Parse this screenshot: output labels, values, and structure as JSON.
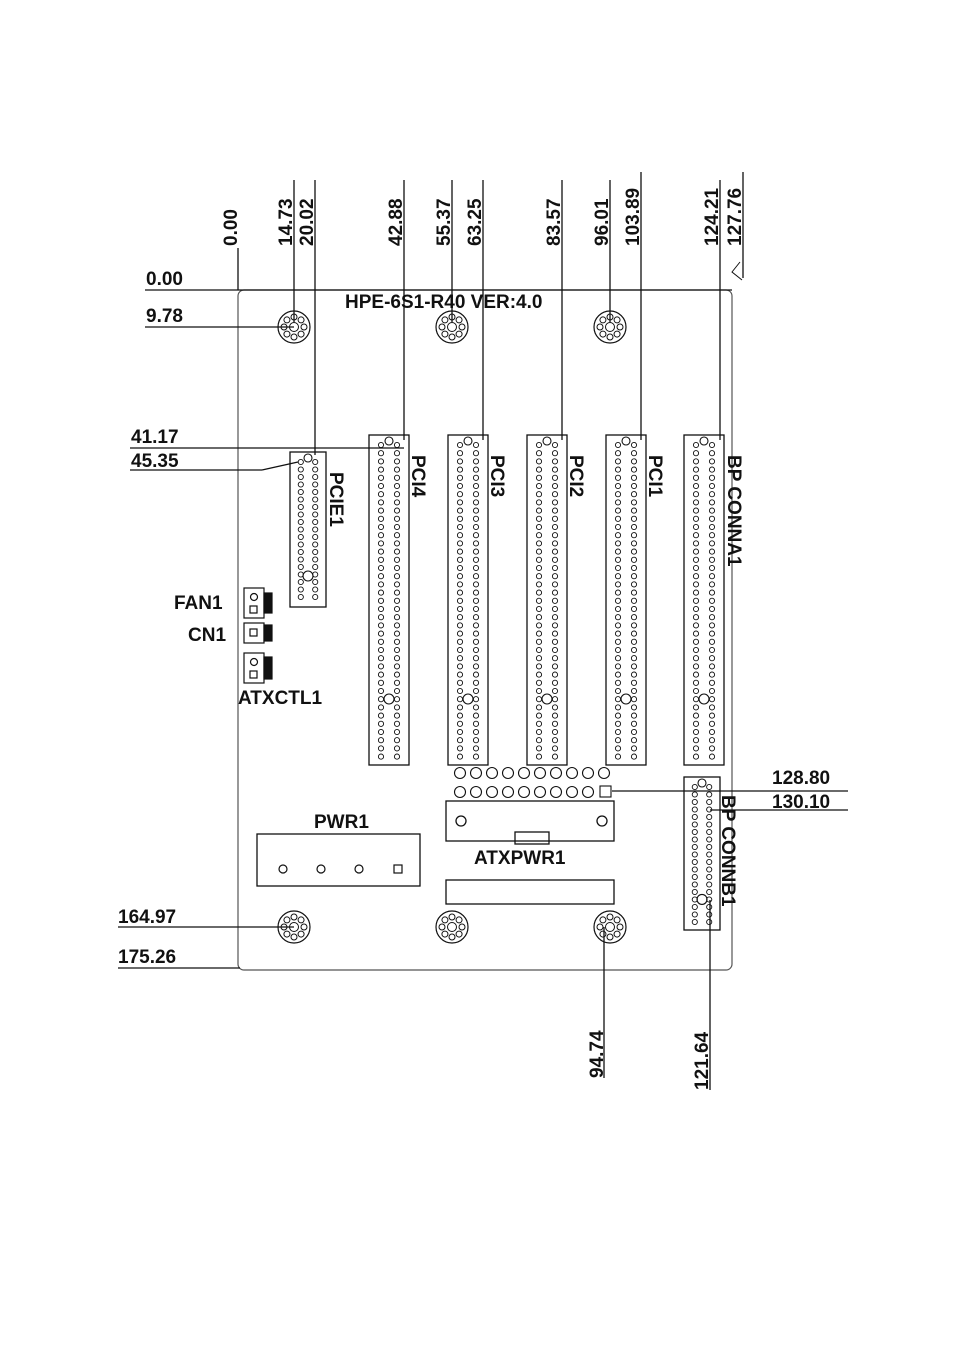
{
  "board": {
    "title": "HPE-6S1-R40 VER:4.0"
  },
  "top_dimensions": [
    "0.00",
    "14.73",
    "20.02",
    "42.88",
    "55.37",
    "63.25",
    "83.57",
    "96.01",
    "103.89",
    "124.21",
    "127.76"
  ],
  "left_dimensions": [
    "0.00",
    "9.78",
    "41.17",
    "45.35",
    "164.97",
    "175.26"
  ],
  "right_dimensions": [
    "128.80",
    "130.10"
  ],
  "bottom_dimensions": [
    "94.74",
    "121.64"
  ],
  "connectors": {
    "pcie1": "PCIE1",
    "pci4": "PCI4",
    "pci3": "PCI3",
    "pci2": "PCI2",
    "pci1": "PCI1",
    "bp_conna1": "BP CONNA1",
    "bp_connb1": "BP CONNB1",
    "fan1": "FAN1",
    "cn1": "CN1",
    "atxctl1": "ATXCTL1",
    "pwr1": "PWR1",
    "atxpwr1": "ATXPWR1"
  },
  "colors": {
    "line": "#111111",
    "board_edge": "#555555"
  }
}
